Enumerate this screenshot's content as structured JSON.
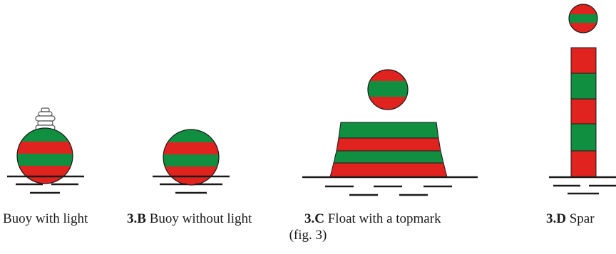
{
  "colors": {
    "red": "#e0231f",
    "green": "#0f8f3f",
    "outline": "#1a1a1a",
    "water": "#1a1a1a"
  },
  "items": [
    {
      "prefix": "",
      "label": "Buoy with light"
    },
    {
      "prefix": "3.B",
      "label": " Buoy without light"
    },
    {
      "prefix": "3.C",
      "label": " Float with a topmark"
    },
    {
      "prefix": "3.D",
      "label": " Spar"
    }
  ],
  "figure_caption": "(fig. 3)"
}
